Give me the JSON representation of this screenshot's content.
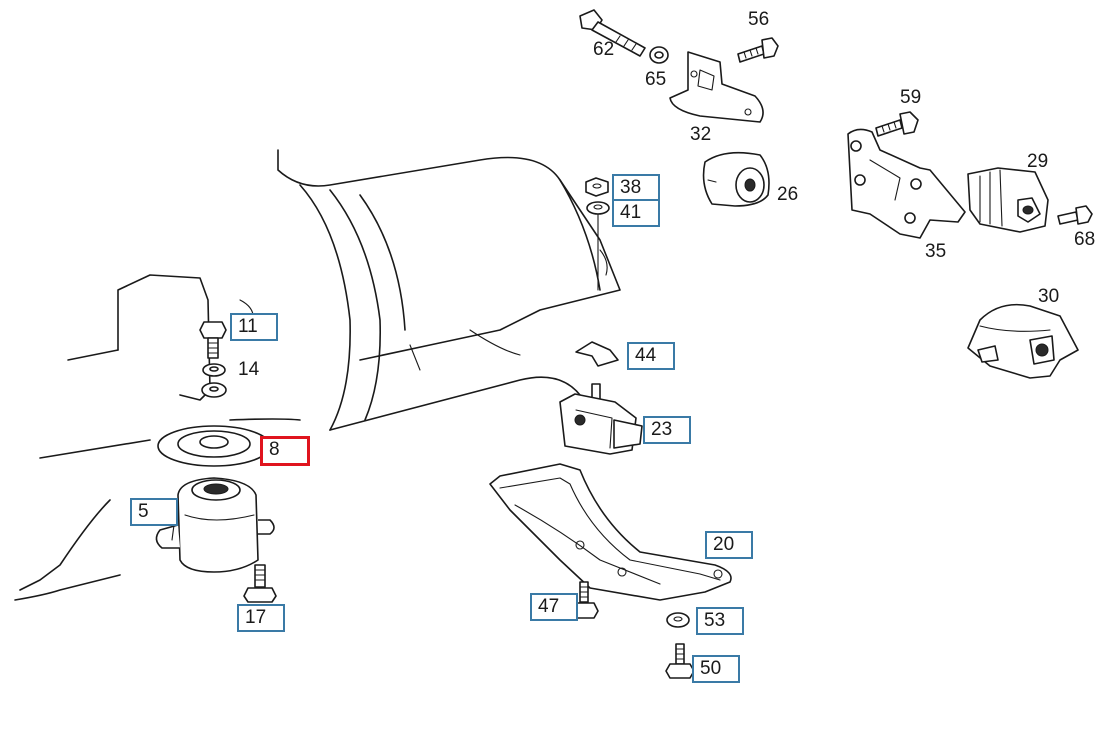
{
  "diagram": {
    "highlight_color": "#e0141e",
    "box_color": "#3a7aa6",
    "boxed_parts": [
      {
        "id": "p11",
        "number": "11"
      },
      {
        "id": "p8",
        "number": "8",
        "selected": true
      },
      {
        "id": "p5",
        "number": "5"
      },
      {
        "id": "p17",
        "number": "17"
      },
      {
        "id": "p38",
        "number": "38"
      },
      {
        "id": "p41",
        "number": "41"
      },
      {
        "id": "p44",
        "number": "44"
      },
      {
        "id": "p23",
        "number": "23"
      },
      {
        "id": "p20",
        "number": "20"
      },
      {
        "id": "p47",
        "number": "47"
      },
      {
        "id": "p53",
        "number": "53"
      },
      {
        "id": "p50",
        "number": "50"
      }
    ],
    "plain_parts": [
      {
        "id": "p62",
        "number": "62"
      },
      {
        "id": "p65",
        "number": "65"
      },
      {
        "id": "p56",
        "number": "56"
      },
      {
        "id": "p32",
        "number": "32"
      },
      {
        "id": "p26",
        "number": "26"
      },
      {
        "id": "p59",
        "number": "59"
      },
      {
        "id": "p29",
        "number": "29"
      },
      {
        "id": "p35",
        "number": "35"
      },
      {
        "id": "p68",
        "number": "68"
      },
      {
        "id": "p30",
        "number": "30"
      },
      {
        "id": "p14",
        "number": "14"
      }
    ]
  }
}
